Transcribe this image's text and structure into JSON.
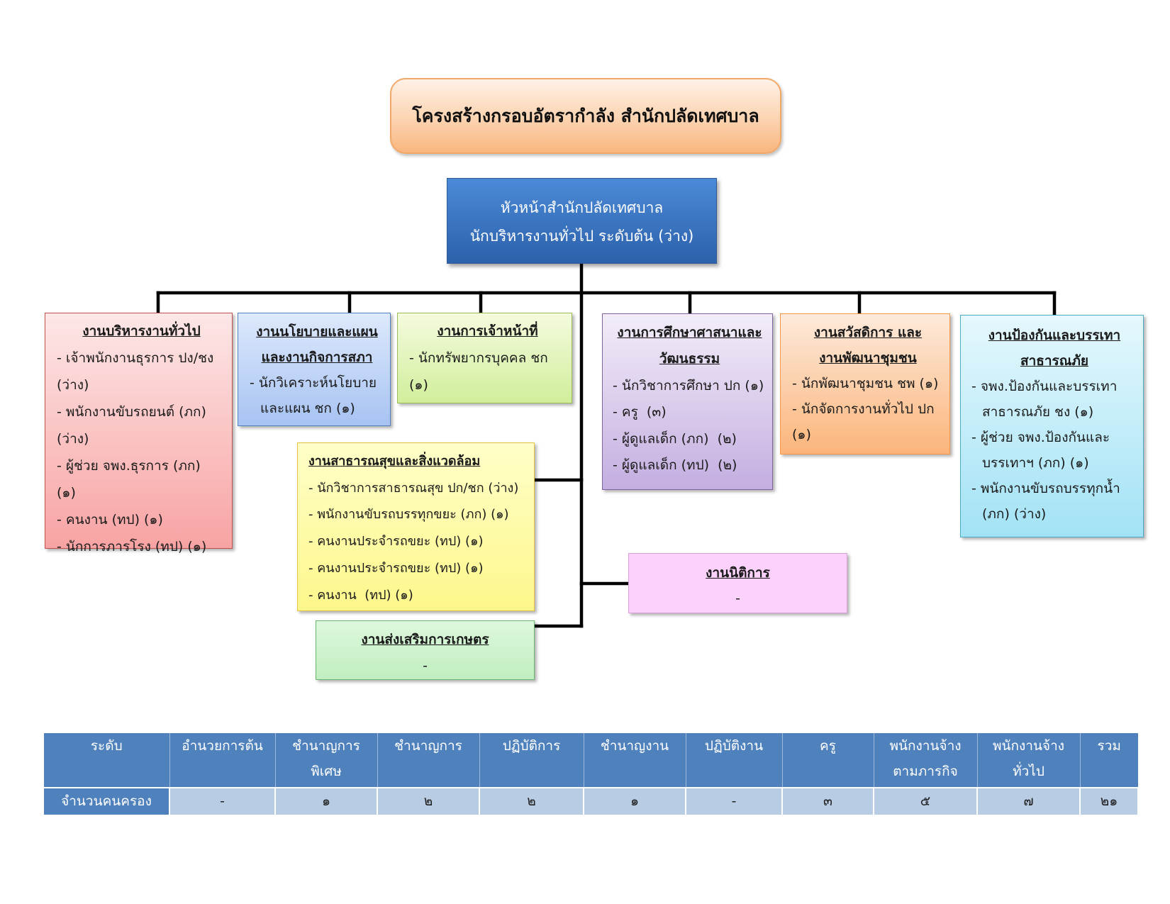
{
  "title": "โครงสร้างกรอบอัตรากำลัง สำนักปลัดเทศบาล",
  "head": {
    "line1": "หัวหน้าสำนักปลัดเทศบาล",
    "line2": "นักบริหารงานทั่วไป ระดับต้น (ว่าง)"
  },
  "units": [
    {
      "title": "งานบริหารงานทั่วไป",
      "items": [
        "- เจ้าพนักงานธุรการ ปง/ชง\n(ว่าง)",
        "- พนักงานขับรถยนต์ (ภก)\n(ว่าง)",
        "- ผู้ช่วย จพง.ธุรการ (ภก)  (๑)",
        "- คนงาน (ทป) (๑)",
        "- นักการภารโรง (ทป) (๑)"
      ]
    },
    {
      "title": "งานนโยบายและแผน\nและงานกิจการสภา",
      "items": [
        "- นักวิเคราะห์นโยบาย\nและแผน ชก (๑)"
      ]
    },
    {
      "title": "งานการเจ้าหน้าที่",
      "items": [
        "- นักทรัพยากรบุคคล ชก (๑)"
      ]
    },
    {
      "title": "งานการศึกษาศาสนาและ\nวัฒนธรรม",
      "items": [
        "- นักวิชาการศึกษา ปก (๑)",
        "- ครู  (๓)",
        "- ผู้ดูแลเด็ก (ภก)  (๒)",
        "- ผู้ดูแลเด็ก (ทป)  (๒)"
      ]
    },
    {
      "title": "งานสวัสดิการ และ\nงานพัฒนาชุมชน",
      "items": [
        "- นักพัฒนาชุมชน ชพ (๑)",
        "- นักจัดการงานทั่วไป ปก\n(๑)"
      ]
    },
    {
      "title": "งานป้องกันและบรรเทา\nสาธารณภัย",
      "items": [
        "- จพง.ป้องกันและบรรเทา\nสาธารณภัย ชง (๑)",
        "- ผู้ช่วย จพง.ป้องกันและ\nบรรเทาฯ (ภก) (๑)",
        "- พนักงานขับรถบรรทุกน้ำ\n(ภก) (ว่าง)"
      ]
    },
    {
      "title": "งานสาธารณสุขและสิ่งแวดล้อม",
      "items": [
        "- นักวิชาการสาธารณสุข ปก/ชก (ว่าง)",
        "- พนักงานขับรถบรรทุกขยะ (ภก) (๑)",
        "- คนงานประจำรถขยะ (ทป) (๑)",
        "- คนงานประจำรถขยะ (ทป) (๑)",
        "- คนงาน  (ทป) (๑)"
      ]
    },
    {
      "title": "งานนิติการ",
      "items": [
        "-"
      ]
    },
    {
      "title": "งานส่งเสริมการเกษตร",
      "items": [
        "-"
      ]
    }
  ],
  "table": {
    "headers": [
      "ระดับ",
      "อำนวยการต้น",
      "ชำนาญการ\nพิเศษ",
      "ชำนาญการ",
      "ปฏิบัติการ",
      "ชำนาญงาน",
      "ปฏิบัติงาน",
      "ครู",
      "พนักงานจ้าง\nตามภารกิจ",
      "พนักงานจ้าง\nทั่วไป",
      "รวม"
    ],
    "row_label": "จำนวนคนครอง",
    "values": [
      "-",
      "๑",
      "๒",
      "๒",
      "๑",
      "-",
      "๓",
      "๕",
      "๗",
      "๒๑"
    ]
  },
  "colors": {
    "title_fill": "#fbc89a",
    "head_fill": "#3b73bf",
    "table_header": "#4f81bd",
    "table_cell": "#b8cce4"
  }
}
